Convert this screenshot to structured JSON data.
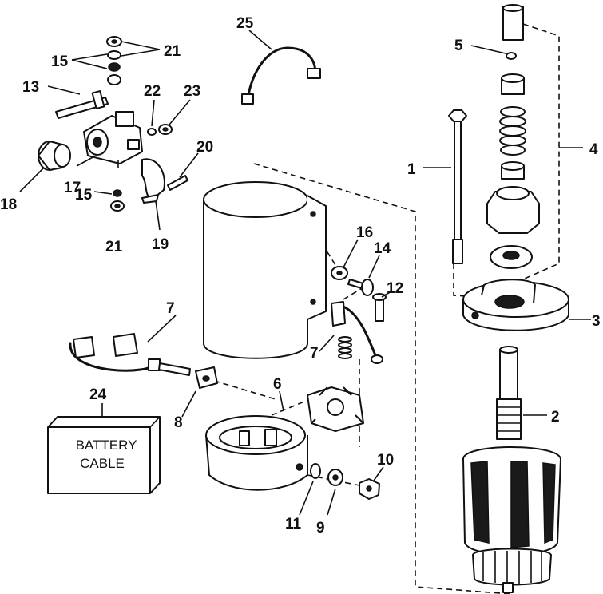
{
  "diagram": {
    "colors": {
      "ink": "#111111",
      "paper": "#ffffff"
    },
    "battery_box": {
      "line1": "BATTERY",
      "line2": "CABLE"
    },
    "callouts": {
      "c1": "1",
      "c2": "2",
      "c3": "3",
      "c4": "4",
      "c5": "5",
      "c6": "6",
      "c7a": "7",
      "c7b": "7",
      "c8": "8",
      "c9": "9",
      "c10": "10",
      "c11": "11",
      "c12": "12",
      "c13": "13",
      "c14": "14",
      "c15a": "15",
      "c15b": "15",
      "c16": "16",
      "c17": "17",
      "c18": "18",
      "c19": "19",
      "c20": "20",
      "c21a": "21",
      "c21b": "21",
      "c22": "22",
      "c23": "23",
      "c24": "24",
      "c25": "25"
    }
  }
}
